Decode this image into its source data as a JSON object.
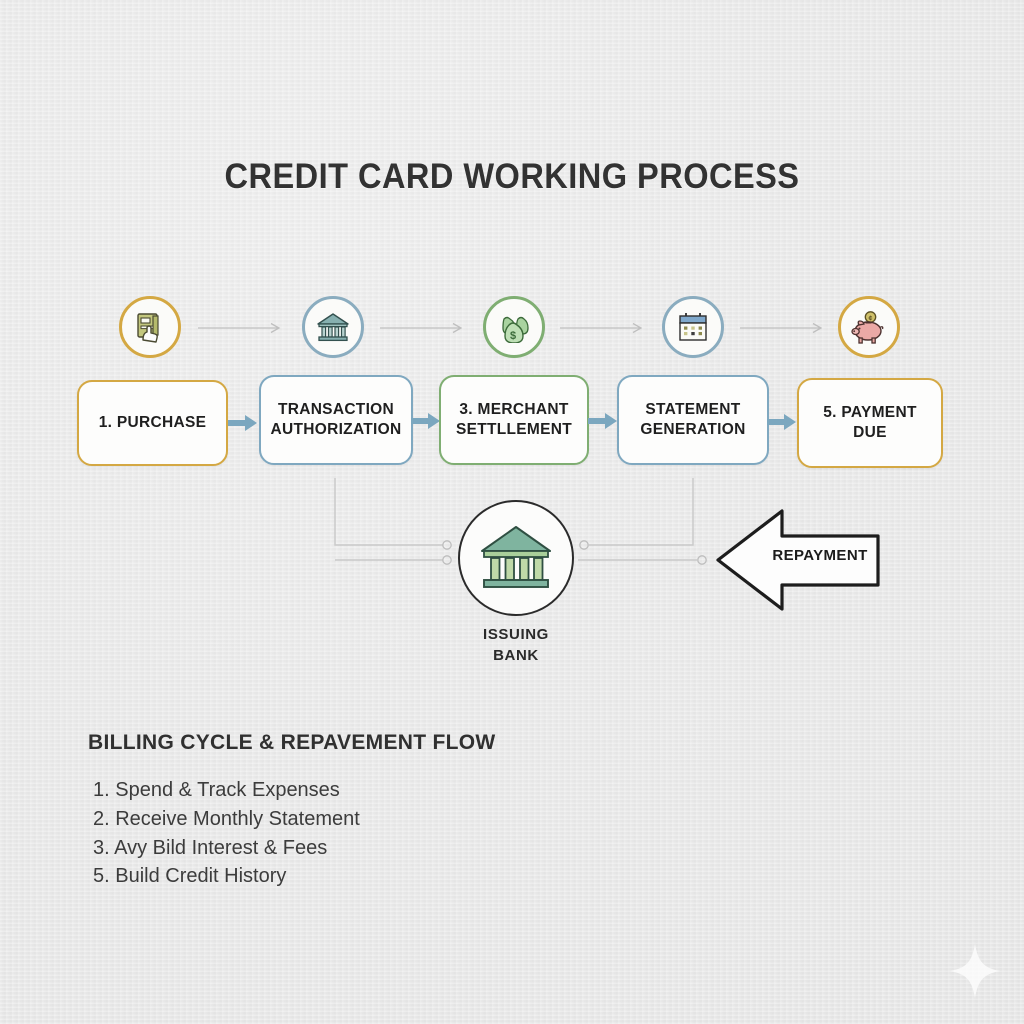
{
  "title": "CREDIT CARD WORKING PROCESS",
  "colors": {
    "background": "#e9e9e9",
    "gold": "#d4a843",
    "blue": "#7fa8c0",
    "green": "#7fae72",
    "arrow_blue": "#7ba7bf",
    "wire_grey": "#c8c8c8",
    "text_dark": "#1f1f1f"
  },
  "icon_row": [
    {
      "name": "card-payment-icon",
      "accent": "#d4a843",
      "label": "card payment terminal with hand"
    },
    {
      "name": "bank-icon",
      "accent": "#8aacbf",
      "label": "bank building"
    },
    {
      "name": "money-bags-icon",
      "accent": "#7fae72",
      "label": "money bags"
    },
    {
      "name": "calendar-icon",
      "accent": "#8aacbf",
      "label": "calendar"
    },
    {
      "name": "piggy-bank-icon",
      "accent": "#d4a843",
      "label": "piggy bank with coin"
    }
  ],
  "steps": [
    {
      "label": "1. PURCHASE",
      "accent": "#d4a843"
    },
    {
      "label": "TRANSACTION\nAUTHORIZATION",
      "accent": "#7fa8c0"
    },
    {
      "label": "3. MERCHANT\nSETTLLEMENT",
      "accent": "#7fae72"
    },
    {
      "label": "STATEMENT\nGENERATION",
      "accent": "#7fa8c0"
    },
    {
      "label": "5. PAYMENT DUE",
      "accent": "#d4a843"
    }
  ],
  "hub": {
    "label": "ISSUING\nBANK",
    "icon": "bank-building-icon"
  },
  "repayment": {
    "label": "REPAYMENT",
    "direction": "left"
  },
  "billing": {
    "heading": "BILLING CYCLE & REPAVEMENT FLOW",
    "items": [
      "1. Spend & Track Expenses",
      "2. Receive Monthly Statement",
      "3. Avy Bild Interest & Fees",
      "5. Build Credit History"
    ]
  },
  "decor": {
    "sparkle": "four-point-sparkle"
  }
}
